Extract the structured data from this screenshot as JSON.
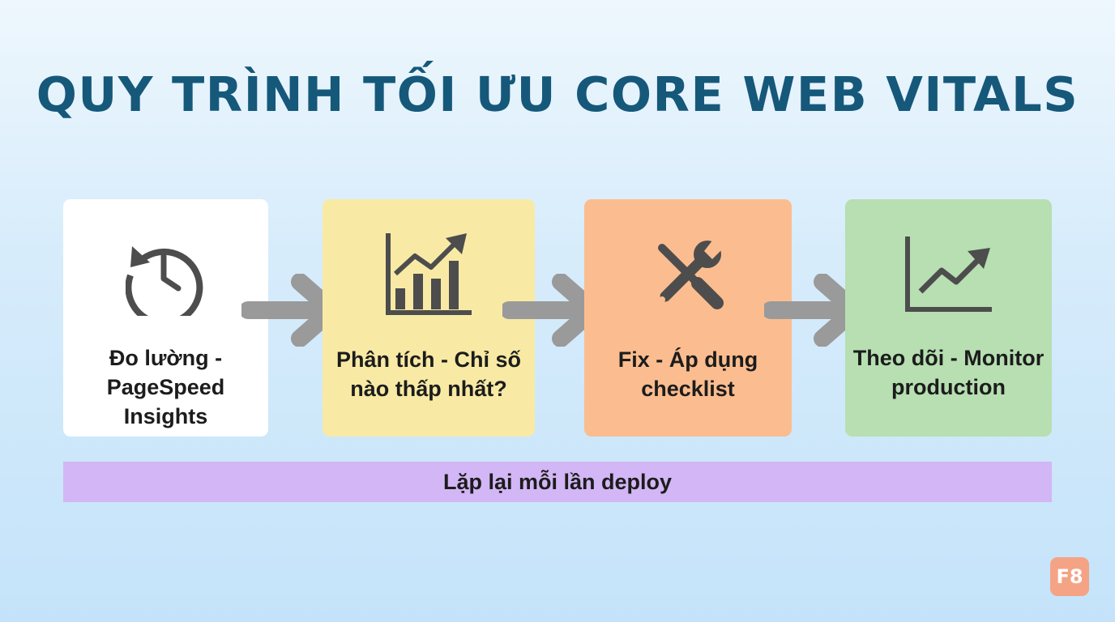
{
  "title": "QUY TRÌNH TỐI ƯU CORE WEB VITALS",
  "steps": [
    {
      "label": "Đo lường - PageSpeed Insights",
      "icon": "history-clock-icon",
      "color": "#ffffff"
    },
    {
      "label": "Phân tích - Chỉ số nào thấp nhất?",
      "icon": "bar-chart-growth-icon",
      "color": "#f8eaa4"
    },
    {
      "label": "Fix - Áp dụng checklist",
      "icon": "wrench-tools-icon",
      "color": "#fbbd8f"
    },
    {
      "label": "Theo dõi - Monitor production",
      "icon": "trend-line-icon",
      "color": "#b7dfb2"
    }
  ],
  "loop": {
    "label": "Lặp lại mỗi lần deploy",
    "color": "#d3b6f5"
  },
  "logo": {
    "text": "F8"
  },
  "colors": {
    "title": "#15587a",
    "icon": "#4d4d4d",
    "arrow": "#9a9a9a"
  }
}
